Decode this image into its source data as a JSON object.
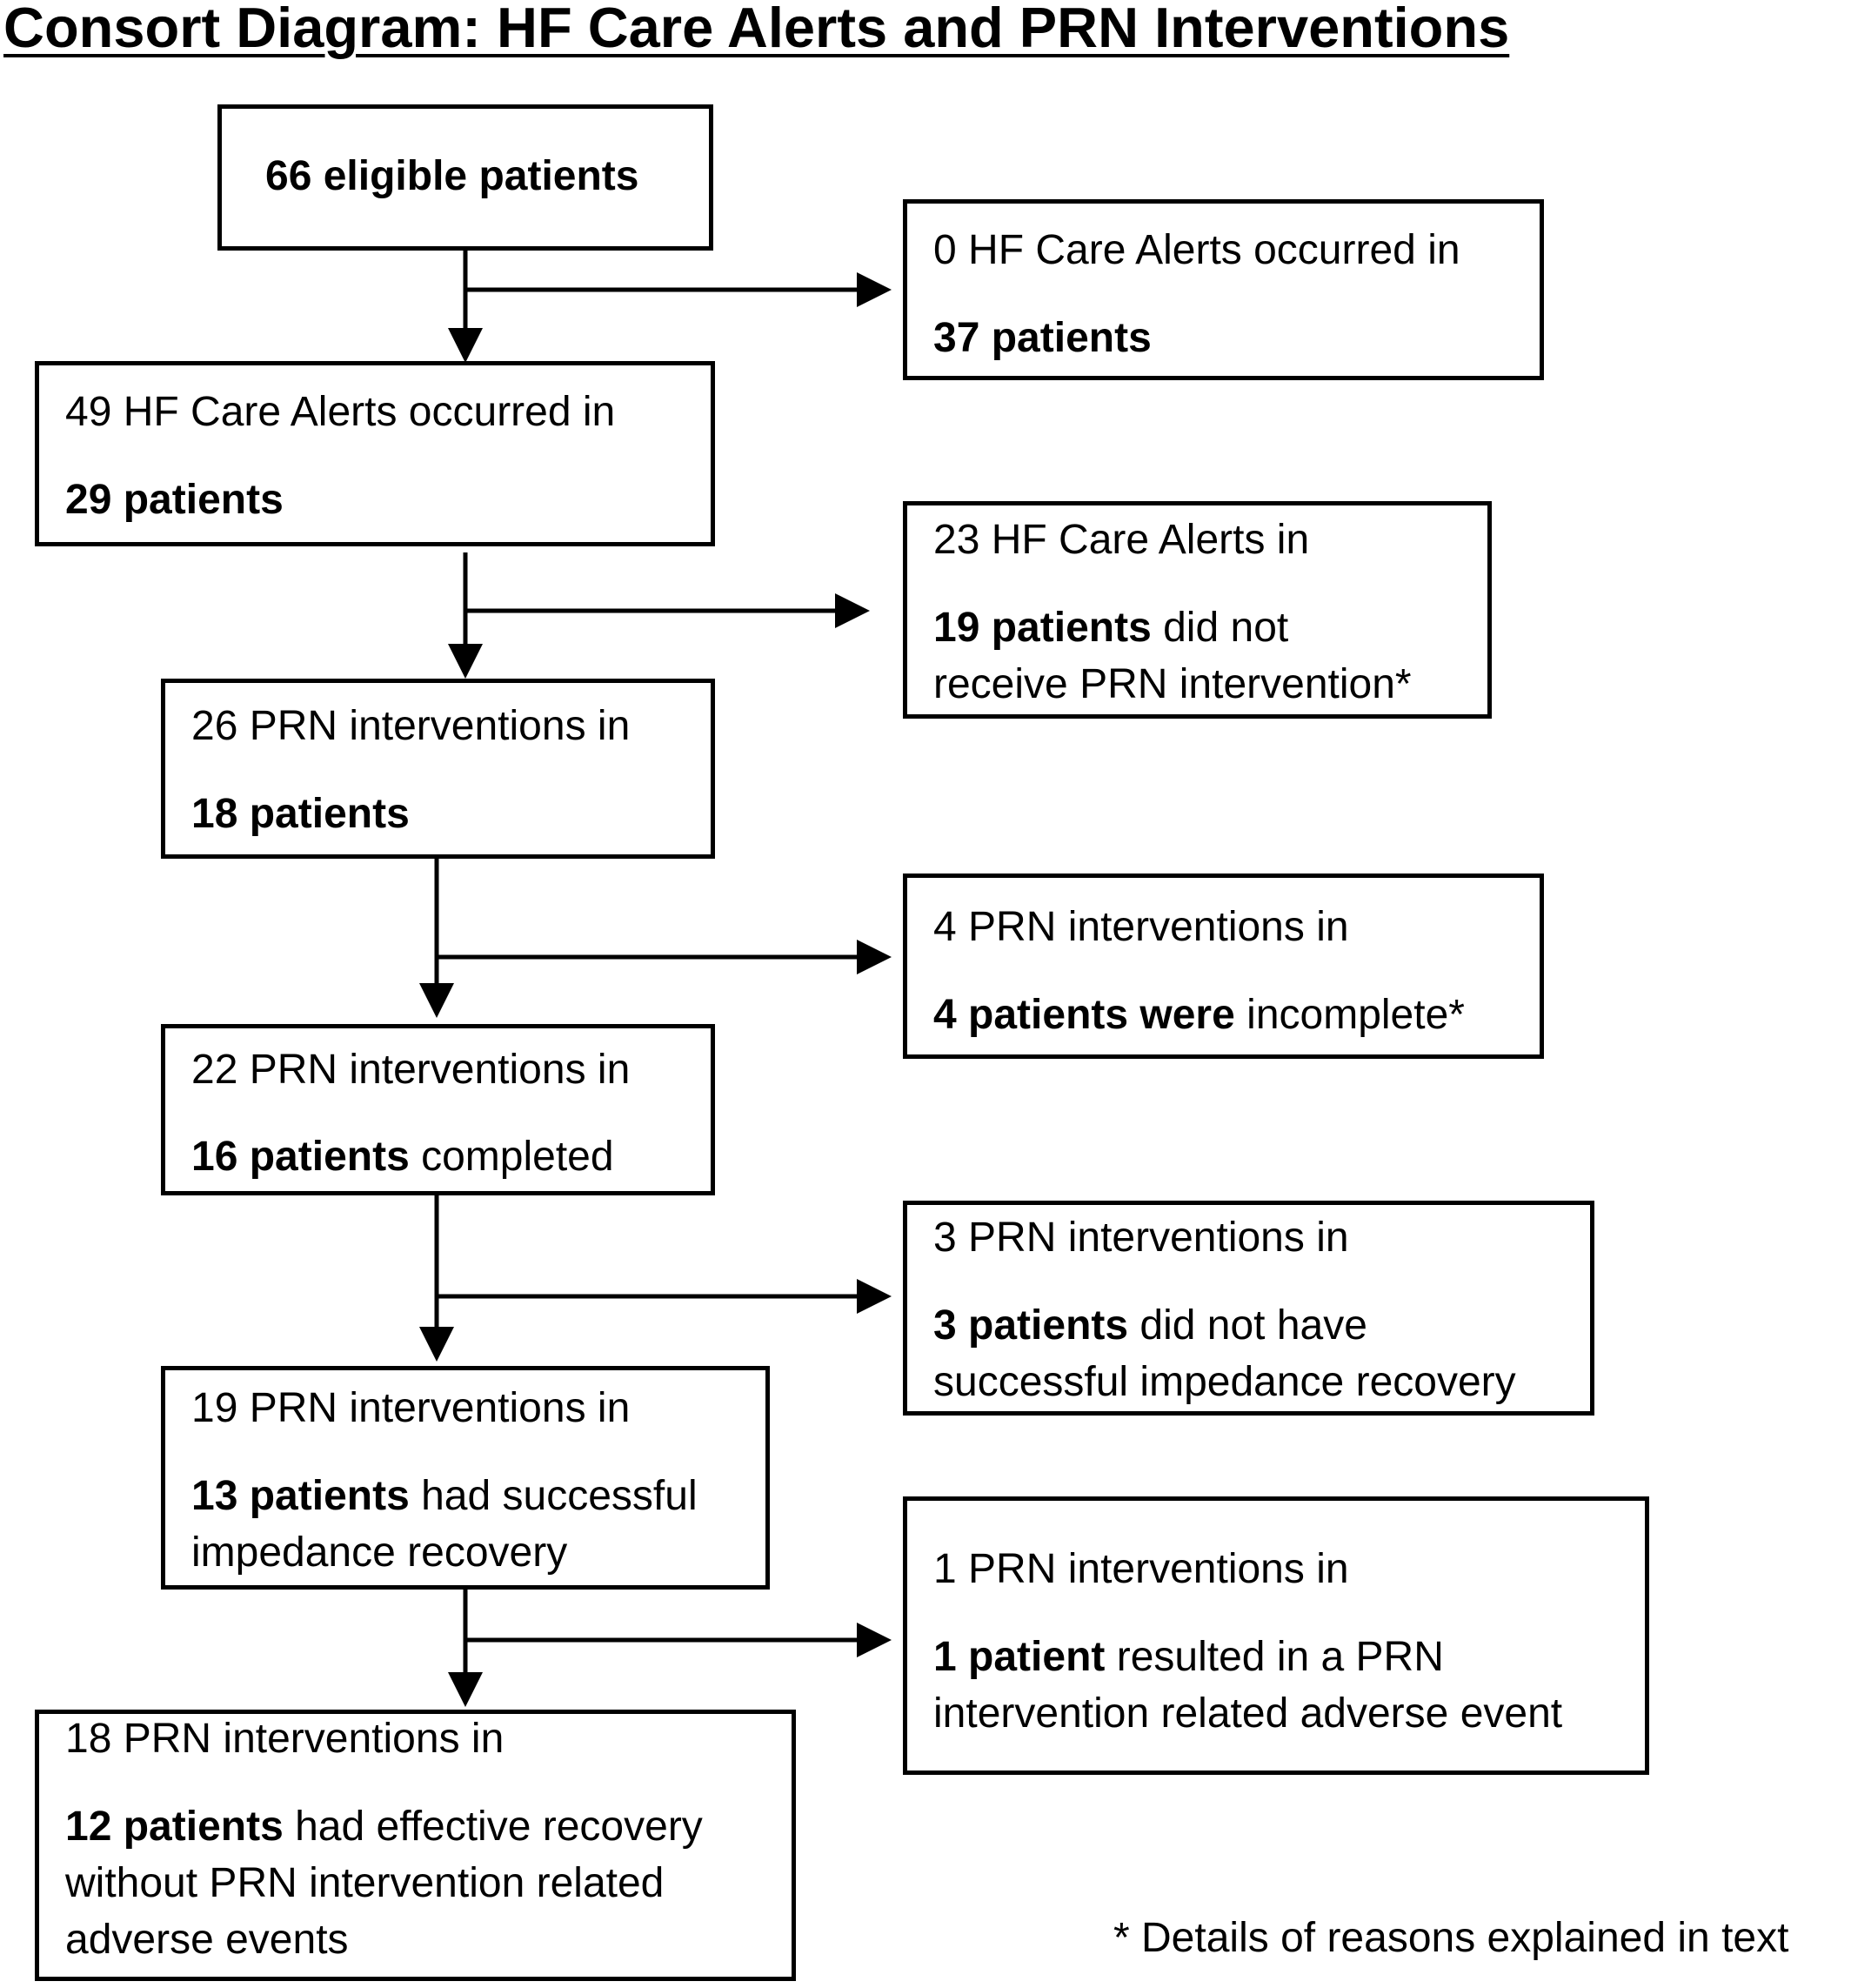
{
  "title": "Consort Diagram: HF Care Alerts and PRN Interventions",
  "boxes": {
    "eligible": {
      "bold": "66 eligible patients"
    },
    "no_alerts": {
      "line1": "0 HF Care Alerts occurred in",
      "line2_bold": "37 patients"
    },
    "alerts": {
      "line1": "49 HF Care Alerts occurred in",
      "line2_bold": "29 patients"
    },
    "no_prn": {
      "line1": "23 HF Care Alerts in",
      "line2_bold": "19 patients",
      "line2_rest": " did not",
      "line3": "receive PRN intervention*"
    },
    "prn": {
      "line1": "26 PRN interventions in",
      "line2_bold": "18 patients"
    },
    "incomplete": {
      "line1": "4 PRN interventions in",
      "line2_bold": "4 patients were",
      "line2_rest": " incomplete*"
    },
    "completed": {
      "line1": "22 PRN interventions in",
      "line2_bold": "16 patients",
      "line2_rest": " completed"
    },
    "unsuccessful": {
      "line1": "3 PRN interventions in",
      "line2_bold": "3 patients",
      "line2_rest": " did not have",
      "line3": "successful impedance recovery"
    },
    "successful": {
      "line1": "19 PRN interventions in",
      "line2_bold": "13 patients",
      "line2_rest": " had successful",
      "line3": "impedance recovery"
    },
    "adverse": {
      "line1": "1 PRN interventions in",
      "line2_bold": "1 patient",
      "line2_rest": " resulted in a PRN",
      "line3": "intervention related adverse event"
    },
    "effective": {
      "line1": "18 PRN interventions in",
      "line2_bold": "12 patients",
      "line2_rest": " had effective recovery",
      "line3": "without PRN intervention related",
      "line4": "adverse events"
    }
  },
  "footnote": "* Details of reasons explained in text"
}
